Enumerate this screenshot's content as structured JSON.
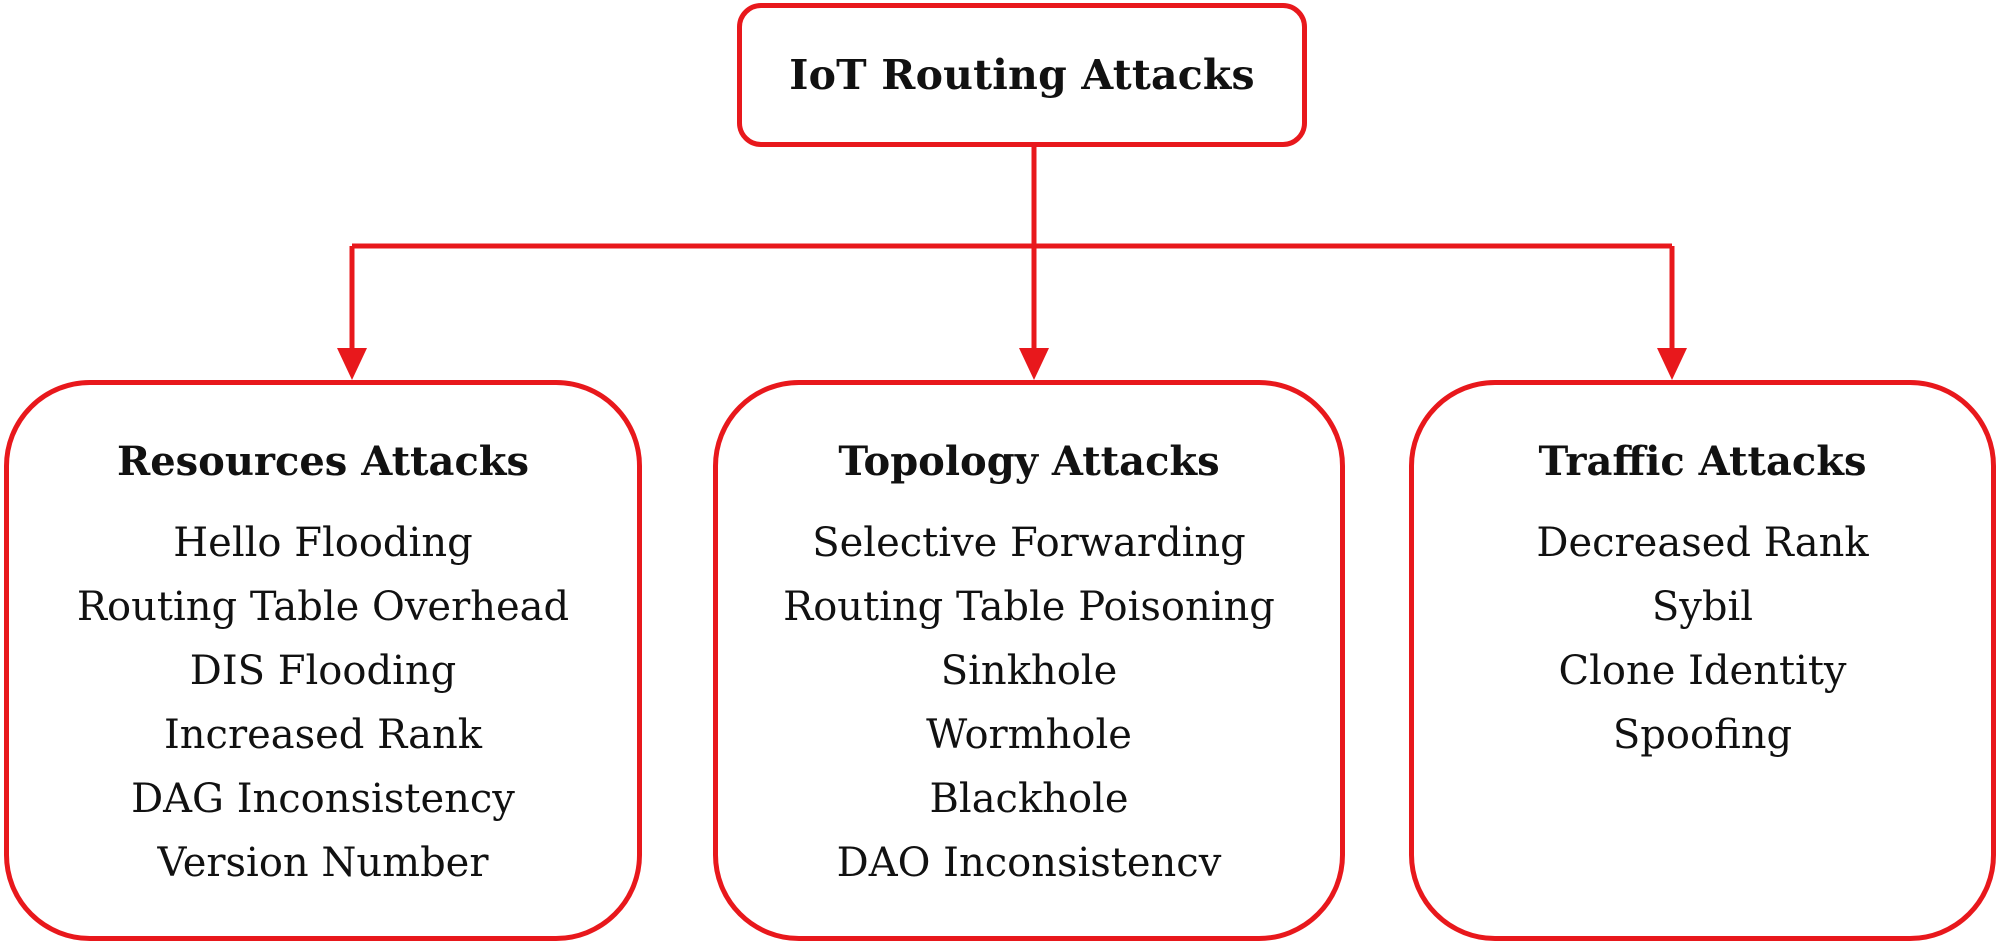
{
  "colors": {
    "accent": "#e8181c",
    "text": "#111111",
    "background": "#ffffff"
  },
  "root": {
    "title": "IoT Routing Attacks"
  },
  "categories": [
    {
      "title": "Resources Attacks",
      "items": [
        "Hello Flooding",
        "Routing Table Overhead",
        "DIS Flooding",
        "Increased Rank",
        "DAG Inconsistency",
        "Version Number"
      ]
    },
    {
      "title": "Topology Attacks",
      "items": [
        "Selective Forwarding",
        "Routing Table Poisoning",
        "Sinkhole",
        "Wormhole",
        "Blackhole",
        "DAO Inconsistencv"
      ]
    },
    {
      "title": "Traffic Attacks",
      "items": [
        "Decreased Rank",
        "Sybil",
        "Clone Identity",
        "Spoofing"
      ]
    }
  ]
}
